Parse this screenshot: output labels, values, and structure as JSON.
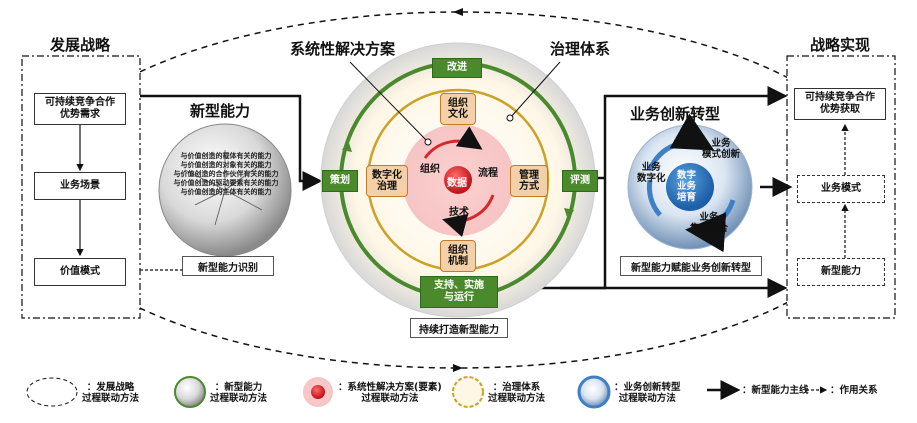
{
  "left": {
    "title": "发展战略",
    "boxes": [
      "可持续竞争合作\n优势需求",
      "业务场景",
      "价值模式"
    ]
  },
  "right": {
    "title": "战略实现",
    "boxes": [
      "可持续竞争合作\n优势获取",
      "业务模式",
      "新型能力"
    ]
  },
  "capability": {
    "title": "新型能力",
    "caption": "新型能力识别",
    "sphere_texts": [
      "与价值创造的载体有关的能力",
      "与价值创造的对象有关的能力",
      "与价值创造的合作伙伴有关的能力",
      "与价值创造的驱动要素有关的能力",
      "与价值创造的主体有关的能力"
    ]
  },
  "center": {
    "title_left": "系统性解决方案",
    "title_right": "治理体系",
    "top_tag": "改进",
    "left_tag": "策划",
    "right_tag": "评测",
    "bottom_tag": "支持、实施\n与运行",
    "caption": "持续打造新型能力",
    "governance": [
      "组织\n文化",
      "数字化\n治理",
      "管理\n方式",
      "组织\n机制"
    ],
    "solution": {
      "core": "数据",
      "items": [
        "组织",
        "流程",
        "技术"
      ]
    }
  },
  "transform": {
    "title": "业务创新转型",
    "caption": "新型能力赋能业务创新转型",
    "core": "数字\n业务\n培育",
    "items": [
      "业务\n数字化",
      "业务\n模式创新",
      "业务\n集成融合"
    ]
  },
  "legend": [
    {
      "icon": "dashed-ellipse-icon",
      "text": "：发展战略\n过程联动方法"
    },
    {
      "icon": "sphere-icon",
      "text": "：新型能力\n过程联动方法"
    },
    {
      "icon": "red-circle-icon",
      "text": "：系统性解决方案(要素)\n过程联动方法"
    },
    {
      "icon": "gold-circle-icon",
      "text": "：治理体系\n过程联动方法"
    },
    {
      "icon": "blue-sphere-icon",
      "text": "：业务创新转型\n过程联动方法"
    },
    {
      "icon": "thick-arrow-icon",
      "text": "：新型能力主线"
    },
    {
      "icon": "dashed-arrow-icon",
      "text": "：作用关系"
    }
  ],
  "colors": {
    "green": "#4a8a2c",
    "gold": "#c9a227",
    "red": "#d9262b",
    "blue": "#2f6fb5",
    "orange": "#f3d0a7"
  }
}
